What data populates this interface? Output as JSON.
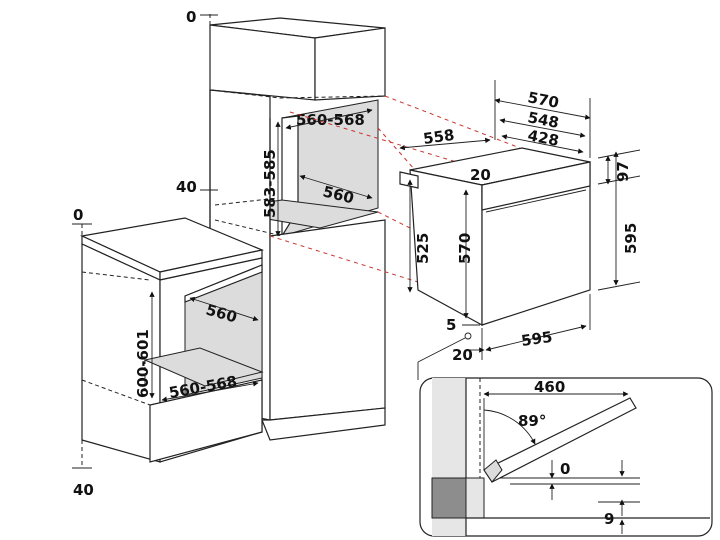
{
  "labels": {
    "tall_cabinet_top_gap": "0",
    "tall_cabinet_side_gap": "40",
    "tall_cabinet_width": "560-568",
    "tall_cabinet_height": "583-585",
    "tall_cabinet_depth": "560",
    "base_cabinet_top_gap": "0",
    "base_cabinet_bottom_gap": "40",
    "base_cabinet_depth": "560",
    "base_cabinet_height": "600-601",
    "base_cabinet_width": "560-568",
    "oven_depth_total": "570",
    "oven_depth_body": "548",
    "oven_depth_inner": "428",
    "oven_depth_side": "558",
    "oven_panel_offset": "20",
    "oven_panel_height": "97",
    "oven_total_height": "595",
    "oven_body_height": "525",
    "oven_front_height": "570",
    "oven_front_width": "595",
    "oven_bottom_gap": "5",
    "oven_bottom_offset": "20",
    "door_open_depth": "460",
    "door_angle": "89°",
    "door_bottom_gap": "0",
    "door_floor_gap": "9"
  }
}
